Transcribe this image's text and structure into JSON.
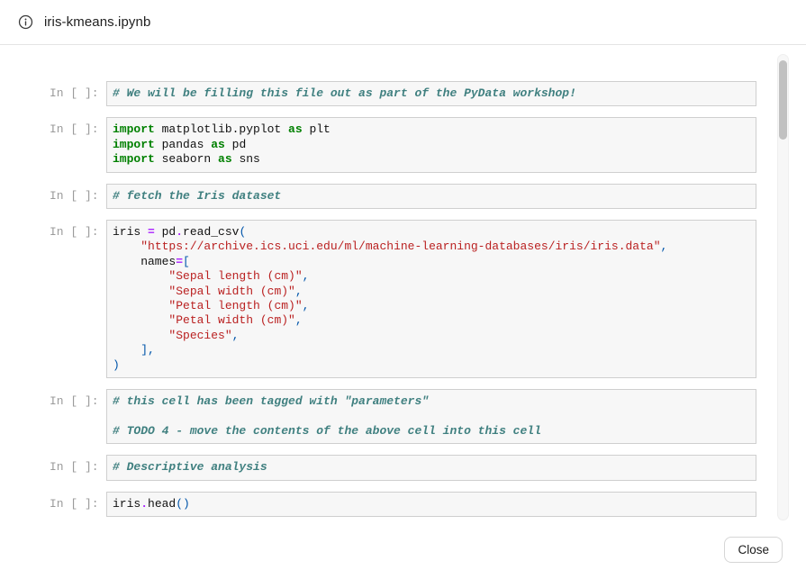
{
  "header": {
    "title": "iris-kmeans.ipynb",
    "info_icon": "info-icon"
  },
  "notebook": {
    "prompt": "In [ ]:",
    "cells": [
      {
        "lines": [
          [
            [
              "c",
              "# We will be filling this file out as part of the PyData workshop!"
            ]
          ]
        ]
      },
      {
        "lines": [
          [
            [
              "k",
              "import"
            ],
            [
              "n",
              " matplotlib.pyplot "
            ],
            [
              "k",
              "as"
            ],
            [
              "n",
              " plt"
            ]
          ],
          [
            [
              "k",
              "import"
            ],
            [
              "n",
              " pandas "
            ],
            [
              "k",
              "as"
            ],
            [
              "n",
              " pd"
            ]
          ],
          [
            [
              "k",
              "import"
            ],
            [
              "n",
              " seaborn "
            ],
            [
              "k",
              "as"
            ],
            [
              "n",
              " sns"
            ]
          ]
        ]
      },
      {
        "lines": [
          [
            [
              "c",
              "# fetch the Iris dataset"
            ]
          ]
        ]
      },
      {
        "lines": [
          [
            [
              "n",
              "iris "
            ],
            [
              "o",
              "="
            ],
            [
              "n",
              " pd"
            ],
            [
              "o",
              "."
            ],
            [
              "n",
              "read_csv"
            ],
            [
              "p",
              "("
            ]
          ],
          [
            [
              "n",
              "    "
            ],
            [
              "s",
              "\"https://archive.ics.uci.edu/ml/machine-learning-databases/iris/iris.data\""
            ],
            [
              "p",
              ","
            ]
          ],
          [
            [
              "n",
              "    names"
            ],
            [
              "o",
              "="
            ],
            [
              "p",
              "["
            ]
          ],
          [
            [
              "n",
              "        "
            ],
            [
              "s",
              "\"Sepal length (cm)\""
            ],
            [
              "p",
              ","
            ]
          ],
          [
            [
              "n",
              "        "
            ],
            [
              "s",
              "\"Sepal width (cm)\""
            ],
            [
              "p",
              ","
            ]
          ],
          [
            [
              "n",
              "        "
            ],
            [
              "s",
              "\"Petal length (cm)\""
            ],
            [
              "p",
              ","
            ]
          ],
          [
            [
              "n",
              "        "
            ],
            [
              "s",
              "\"Petal width (cm)\""
            ],
            [
              "p",
              ","
            ]
          ],
          [
            [
              "n",
              "        "
            ],
            [
              "s",
              "\"Species\""
            ],
            [
              "p",
              ","
            ]
          ],
          [
            [
              "n",
              "    "
            ],
            [
              "p",
              "],"
            ]
          ],
          [
            [
              "p",
              ")"
            ]
          ]
        ]
      },
      {
        "lines": [
          [
            [
              "c",
              "# this cell has been tagged with \"parameters\""
            ]
          ],
          [],
          [
            [
              "c",
              "# TODO 4 - move the contents of the above cell into this cell"
            ]
          ]
        ]
      },
      {
        "lines": [
          [
            [
              "c",
              "# Descriptive analysis"
            ]
          ]
        ]
      },
      {
        "lines": [
          [
            [
              "n",
              "iris"
            ],
            [
              "o",
              "."
            ],
            [
              "n",
              "head"
            ],
            [
              "p",
              "()"
            ]
          ]
        ]
      }
    ]
  },
  "footer": {
    "close_label": "Close"
  },
  "colors": {
    "keyword": "#008000",
    "comment": "#408080",
    "string": "#BA2121",
    "operator": "#AA22FF",
    "punctuation": "#0055AA",
    "code-text": "#111111",
    "prompt-text": "#9b9b9b",
    "cell-bg": "#f7f7f7",
    "cell-border": "#cfcfcf",
    "scrollbar-thumb": "#c1c1c1"
  }
}
